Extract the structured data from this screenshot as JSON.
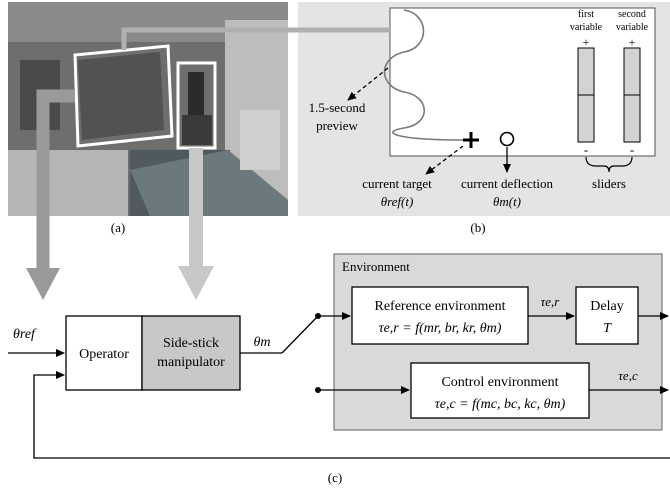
{
  "panel_a": {
    "caption": "(a)"
  },
  "panel_b": {
    "caption": "(b)",
    "preview_label_line1": "1.5-second",
    "preview_label_line2": "preview",
    "target_label_line1": "current target",
    "target_label_math": "θref(t)",
    "deflection_label_line1": "current deflection",
    "deflection_label_math": "θm(t)",
    "slider1_label_line1": "first",
    "slider1_label_line2": "variable",
    "slider2_label_line1": "second",
    "slider2_label_line2": "variable",
    "plus_sign": "+",
    "minus_sign": "-",
    "sliders_label": "sliders"
  },
  "panel_c": {
    "caption": "(c)",
    "input_label": "θref",
    "operator_label": "Operator",
    "manipulator_line1": "Side-stick",
    "manipulator_line2": "manipulator",
    "output_label": "θm",
    "environment_title": "Environment",
    "ref_env_title": "Reference environment",
    "ref_env_eq": "τe,r = f(mr, br, kr, θm)",
    "tau_er": "τe,r",
    "delay_title": "Delay",
    "delay_T": "T",
    "ctrl_env_title": "Control environment",
    "ctrl_env_eq": "τe,c = f(mc, bc, kc, θm)",
    "tau_ec": "τe,c"
  },
  "colors": {
    "panel_b_bg": "#e4e4e4",
    "environment_bg": "#d9d9d9",
    "manipulator_fill": "#c8c8c8",
    "arrow_dark": "#9a9a9a",
    "arrow_light": "#c8c8c8"
  }
}
